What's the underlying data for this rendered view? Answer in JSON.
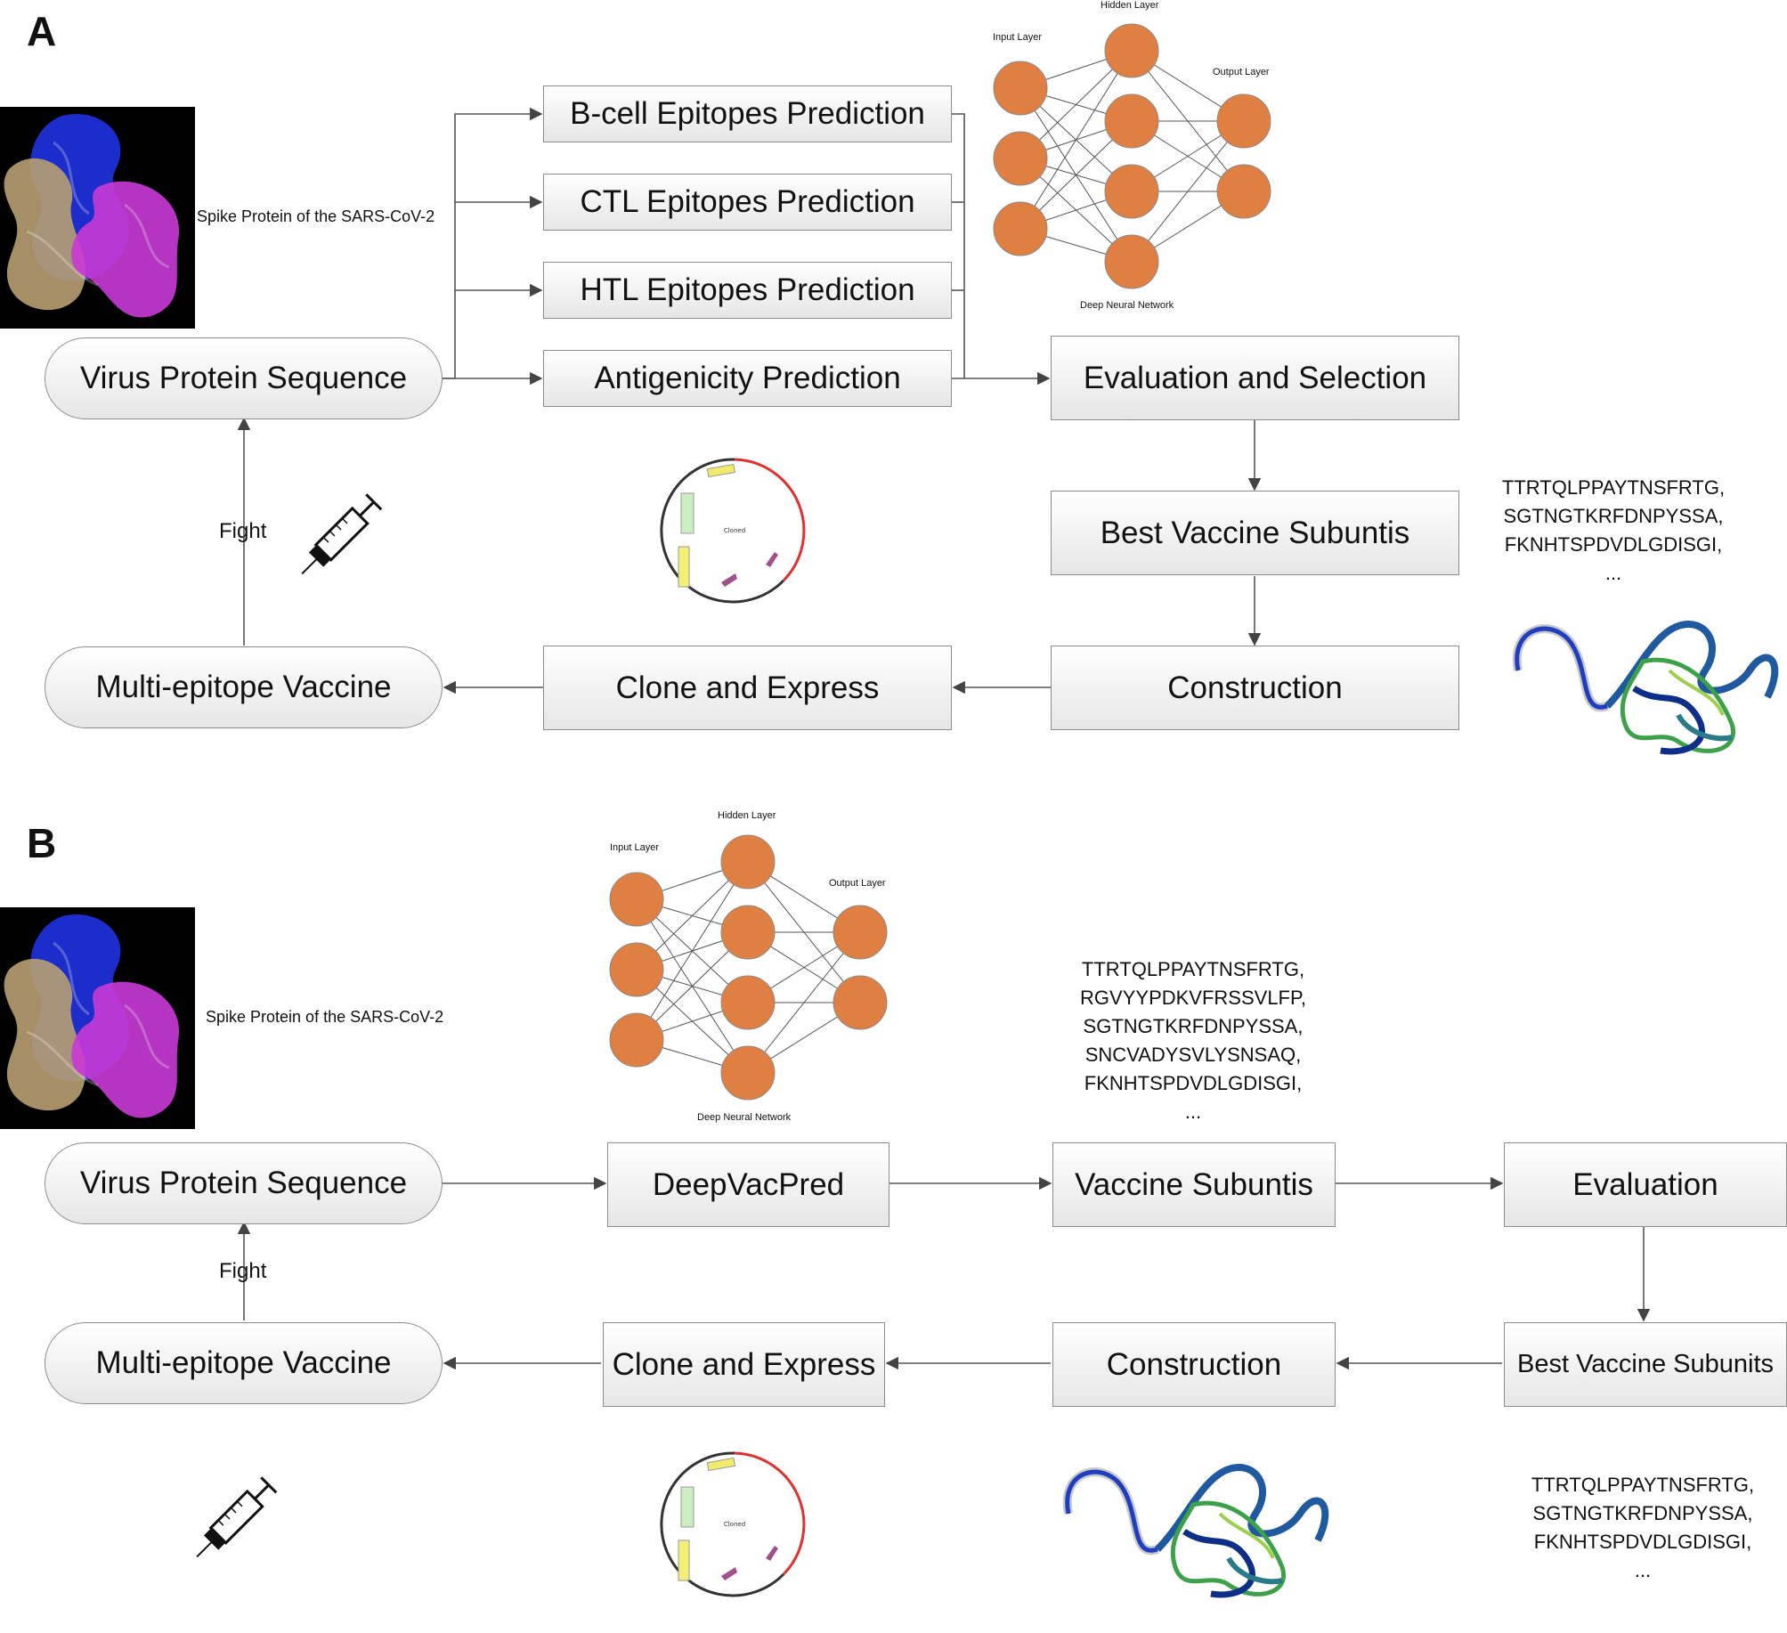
{
  "panel_a": {
    "label": "A",
    "spike_caption": "Spike Protein of the SARS-CoV-2",
    "nodes": {
      "virus": "Virus Protein Sequence",
      "bcell": "B-cell Epitopes Prediction",
      "ctl": "CTL Epitopes Prediction",
      "htl": "HTL Epitopes Prediction",
      "antigen": "Antigenicity Prediction",
      "evaluation": "Evaluation and Selection",
      "best": "Best Vaccine Subuntis",
      "construction": "Construction",
      "clone": "Clone and Express",
      "vaccine": "Multi-epitope Vaccine"
    },
    "fight": "Fight",
    "nn": {
      "input": "Input Layer",
      "hidden": "Hidden Layer",
      "output": "Output Layer",
      "name": "Deep Neural Network"
    },
    "sequences": [
      "TTRTQLPPAYTNSFRTG,",
      "SGTNGTKRFDNPYSSA,",
      "FKNHTSPDVDLGDISGI,",
      "..."
    ]
  },
  "panel_b": {
    "label": "B",
    "spike_caption": "Spike Protein of the SARS-CoV-2",
    "nodes": {
      "virus": "Virus Protein Sequence",
      "deepvacpred": "DeepVacPred",
      "subuntis": "Vaccine Subuntis",
      "evaluation": "Evaluation",
      "best": "Best Vaccine Subunits",
      "construction": "Construction",
      "clone": "Clone and Express",
      "vaccine": "Multi-epitope Vaccine"
    },
    "fight": "Fight",
    "nn": {
      "input": "Input Layer",
      "hidden": "Hidden Layer",
      "output": "Output Layer",
      "name": "Deep Neural Network"
    },
    "sequences_top": [
      "TTRTQLPPAYTNSFRTG,",
      "RGVYYPDKVFRSSVLFP,",
      "SGTNGTKRFDNPYSSA,",
      "SNCVADYSVLYSNSAQ,",
      "FKNHTSPDVDLGDISGI,",
      "..."
    ],
    "sequences_bottom": [
      "TTRTQLPPAYTNSFRTG,",
      "SGTNGTKRFDNPYSSA,",
      "FKNHTSPDVDLGDISGI,",
      "..."
    ]
  },
  "colors": {
    "neuron": "#e07f42",
    "arrow": "#444444",
    "protein_blue": "#1f2fd6",
    "protein_magenta": "#c93ad6",
    "protein_tan": "#b89e72"
  }
}
